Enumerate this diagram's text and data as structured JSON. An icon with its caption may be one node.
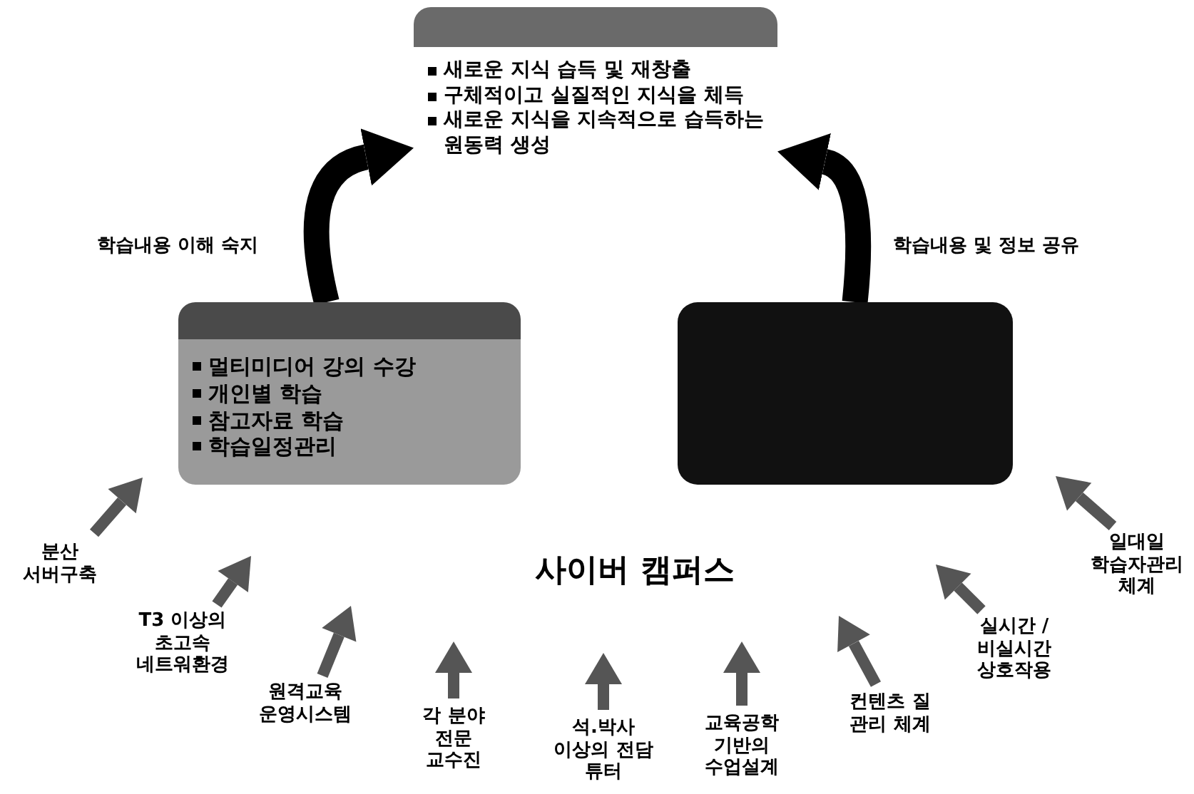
{
  "diagram": {
    "nodes": [
      {
        "text": [
          "새로운 지식 습득 및 재창출",
          "구체적이고 실질적인 지식을 체득",
          "새로운 지식을 지속적으로 습득하는 원동력 생성"
        ]
      },
      {
        "text": [
          "멀티미디어 강의 수강",
          "개인별 학습",
          "참고자료 학습",
          "학습일정관리"
        ]
      },
      {
        "text": [],
        "shape": "box"
      },
      {
        "text": [
          "사이버 캠퍼스"
        ]
      },
      {
        "text": [
          "분산 서버구축"
        ]
      },
      {
        "text": [
          "T3 이상의 초고속 네트워환경"
        ]
      },
      {
        "text": [
          "원격교육 운영시스템"
        ]
      },
      {
        "text": [
          "각 분야 전문 교수진"
        ]
      },
      {
        "text": [
          "석.박사 이상의 전담 튜터"
        ]
      },
      {
        "text": [
          "교육공학 기반의 수업설계"
        ]
      },
      {
        "text": [
          "컨텐츠 질 관리 체계"
        ]
      },
      {
        "text": [
          "실시간 / 비실시간 상호작용"
        ]
      },
      {
        "text": [
          "일대일 학습자관리 체계"
        ]
      }
    ],
    "edges": [
      {
        "from": 1,
        "to": 0,
        "arrow": "to",
        "label": "학습내용 이해 숙지"
      },
      {
        "from": 2,
        "to": 0,
        "arrow": "to",
        "label": "학습내용 및 정보 공유"
      }
    ]
  }
}
